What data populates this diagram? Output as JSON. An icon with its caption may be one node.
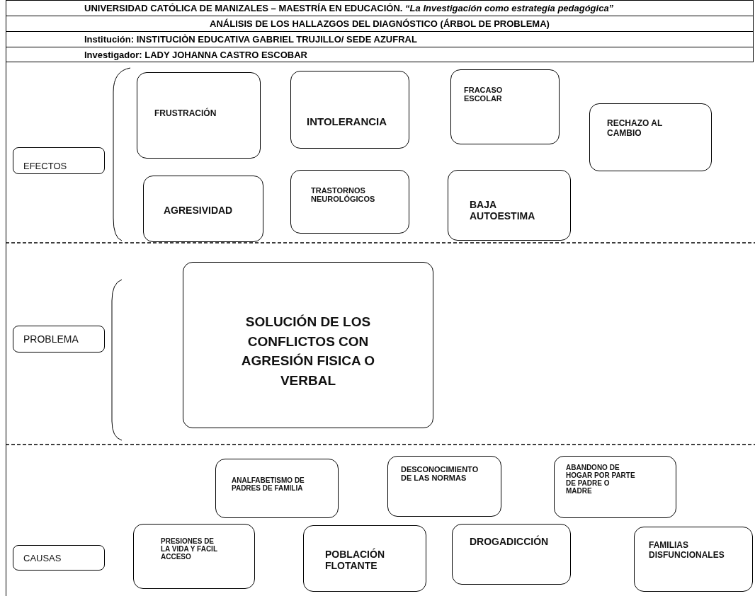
{
  "diagram": {
    "nodes": [
      {
        "text": [
          "EFECTOS"
        ]
      },
      {
        "text": [
          "FRUSTRACIÓN"
        ]
      },
      {
        "text": [
          "INTOLERANCIA"
        ]
      },
      {
        "text": [
          "FRACASO ESCOLAR"
        ]
      },
      {
        "text": [
          "RECHAZO AL CAMBIO"
        ]
      },
      {
        "text": [
          "AGRESIVIDAD"
        ]
      },
      {
        "text": [
          "TRASTORNOS NEUROLÓGICOS"
        ]
      },
      {
        "text": [
          "BAJA AUTOESTIMA"
        ]
      },
      {
        "text": [
          "PROBLEMA"
        ]
      },
      {
        "text": [
          "SOLUCIÓN DE LOS CONFLICTOS CON AGRESIÓN FISICA O VERBAL"
        ]
      },
      {
        "text": [
          "CAUSAS"
        ]
      },
      {
        "text": [
          "ANALFABETISMO DE PADRES DE FAMILIA"
        ]
      },
      {
        "text": [
          "DESCONOCIMIENTO DE LAS NORMAS"
        ]
      },
      {
        "text": [
          "ABANDONO DE HOGAR POR PARTE DE PADRE O MADRE"
        ]
      },
      {
        "text": [
          "PRESIONES DE LA VIDA Y FACIL ACCESO"
        ]
      },
      {
        "text": [
          "POBLACIÓN FLOTANTE"
        ]
      },
      {
        "text": [
          "DROGADICCIÓN"
        ]
      },
      {
        "text": [
          "FAMILIAS DISFUNCIONALES"
        ]
      }
    ],
    "edges": [],
    "labels": [
      "UNIVERSIDAD CATÓLICA DE MANIZALES – MAESTRÍA EN EDUCACIÓN. *“La Investigación como estrategia pedagógica”*",
      "ANÁLISIS DE LOS HALLAZGOS DEL DIAGNÓSTICO (ÁRBOL DE PROBLEMA)",
      "Institución: INSTITUCIÒN EDUCATIVA GABRIEL TRUJILLO/ SEDE AZUFRAL",
      "Investigador: LADY JOHANNA CASTRO ESCOBAR"
    ]
  }
}
